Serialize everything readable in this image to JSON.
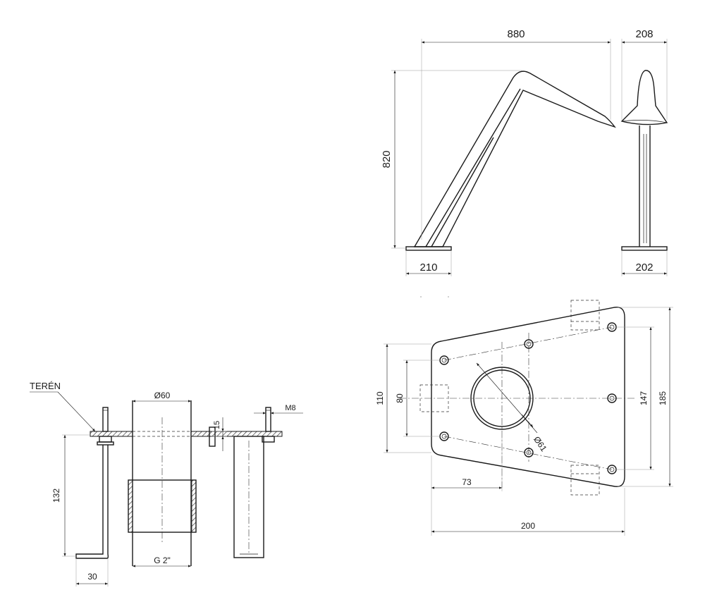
{
  "drawing": {
    "side_view": {
      "width_label": "880",
      "height_label": "820",
      "base_label": "210"
    },
    "front_view": {
      "width_label": "208",
      "base_label": "202"
    },
    "anchor_view": {
      "ground_label": "TERÉN",
      "pipe_diameter_label": "Ø60",
      "thread_label": "G 2\"",
      "plate_thickness_label": "15",
      "bolt_label": "M8",
      "depth_label": "132",
      "foot_label": "30"
    },
    "plate_view": {
      "hole_diameter_label": "Ø61",
      "left_outer_label": "110",
      "left_inner_label": "80",
      "right_inner_label": "147",
      "right_outer_label": "185",
      "center_offset_label": "73",
      "length_label": "200"
    }
  }
}
